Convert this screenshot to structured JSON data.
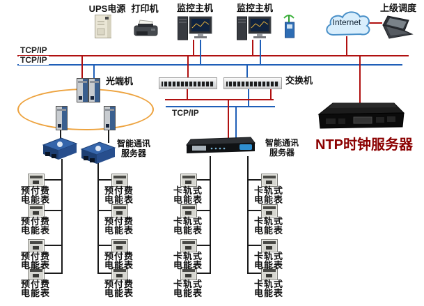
{
  "top_devices": {
    "ups": {
      "label": "UPS电源"
    },
    "printer": {
      "label": "打印机"
    },
    "host1": {
      "label": "监控主机"
    },
    "host2": {
      "label": "监控主机"
    },
    "internet": {
      "label": "Internet"
    },
    "dispatch": {
      "label": "上级调度"
    }
  },
  "bus": {
    "tcpip_top_red": "TCP/IP",
    "tcpip_top_blue": "TCP/IP",
    "tcpip_mid": "TCP/IP"
  },
  "network": {
    "optical_label": "光端机",
    "switch_label": "交换机",
    "comm_server_left": {
      "line1": "智能通讯",
      "line2": "服务器"
    },
    "comm_server_mid": {
      "line1": "智能通讯",
      "line2": "服务器"
    },
    "ntp_label": "NTP时钟服务器"
  },
  "meters": {
    "per_column": 4,
    "columns": [
      {
        "line1": "预付费",
        "line2": "电能表"
      },
      {
        "line1": "预付费",
        "line2": "电能表"
      },
      {
        "line1": "卡轨式",
        "line2": "电能表"
      },
      {
        "line1": "卡轨式",
        "line2": "电能表"
      }
    ]
  },
  "colors": {
    "red_line": "#b01010",
    "blue_line": "#1f5fb8",
    "ring_orange": "#eda33f",
    "ntp_text": "#8b0000",
    "label_text": "#111111"
  }
}
